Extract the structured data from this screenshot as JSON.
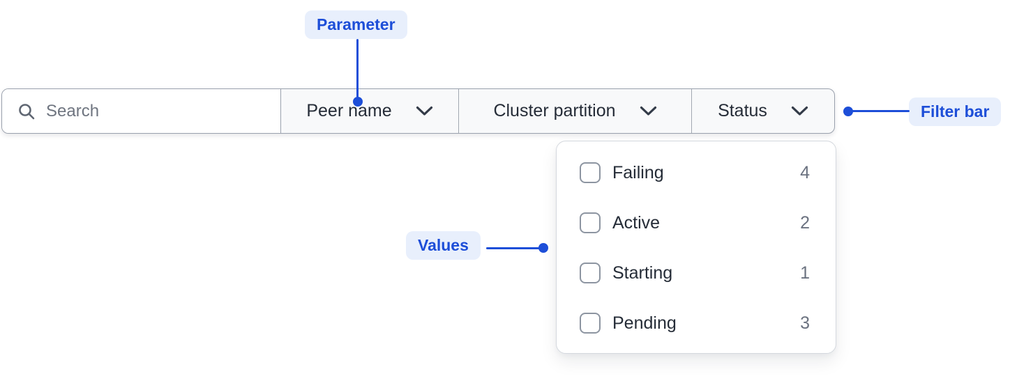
{
  "annotations": {
    "parameter": {
      "label": "Parameter"
    },
    "filter_bar": {
      "label": "Filter bar"
    },
    "values": {
      "label": "Values"
    },
    "accent_color": "#1d4ed8",
    "badge_background": "#e8effc"
  },
  "filter_bar": {
    "search": {
      "placeholder": "Search",
      "value": ""
    },
    "parameters": [
      {
        "label": "Peer name"
      },
      {
        "label": "Cluster partition"
      },
      {
        "label": "Status"
      }
    ]
  },
  "status_dropdown": {
    "items": [
      {
        "label": "Failing",
        "count": "4",
        "checked": false
      },
      {
        "label": "Active",
        "count": "2",
        "checked": false
      },
      {
        "label": "Starting",
        "count": "1",
        "checked": false
      },
      {
        "label": "Pending",
        "count": "3",
        "checked": false
      }
    ]
  },
  "colors": {
    "bar_border": "#9aa1ad",
    "section_background": "#f8f9fa",
    "panel_border": "#d4d8de",
    "text_primary": "#252c37",
    "text_muted": "#6b7280"
  }
}
